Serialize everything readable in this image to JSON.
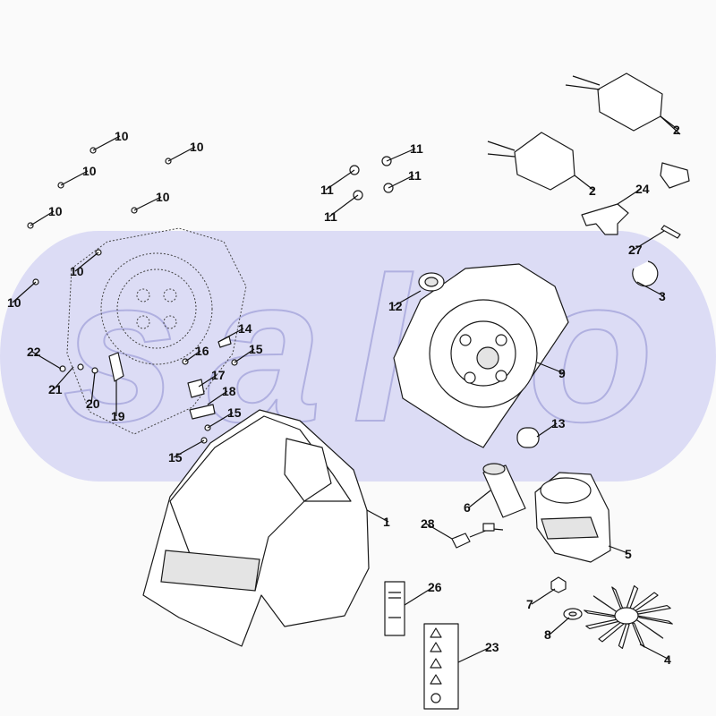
{
  "watermark": "sallo",
  "callouts": [
    "1",
    "2",
    "2",
    "3",
    "4",
    "5",
    "6",
    "7",
    "8",
    "9",
    "10",
    "10",
    "10",
    "10",
    "10",
    "10",
    "10",
    "11",
    "11",
    "11",
    "11",
    "12",
    "13",
    "14",
    "15",
    "15",
    "15",
    "16",
    "17",
    "18",
    "19",
    "20",
    "21",
    "22",
    "23",
    "24",
    "26",
    "27",
    "28"
  ],
  "colors": {
    "band": "#b9b9ef",
    "line": "#1a1a1a",
    "paper": "#fafafa"
  }
}
